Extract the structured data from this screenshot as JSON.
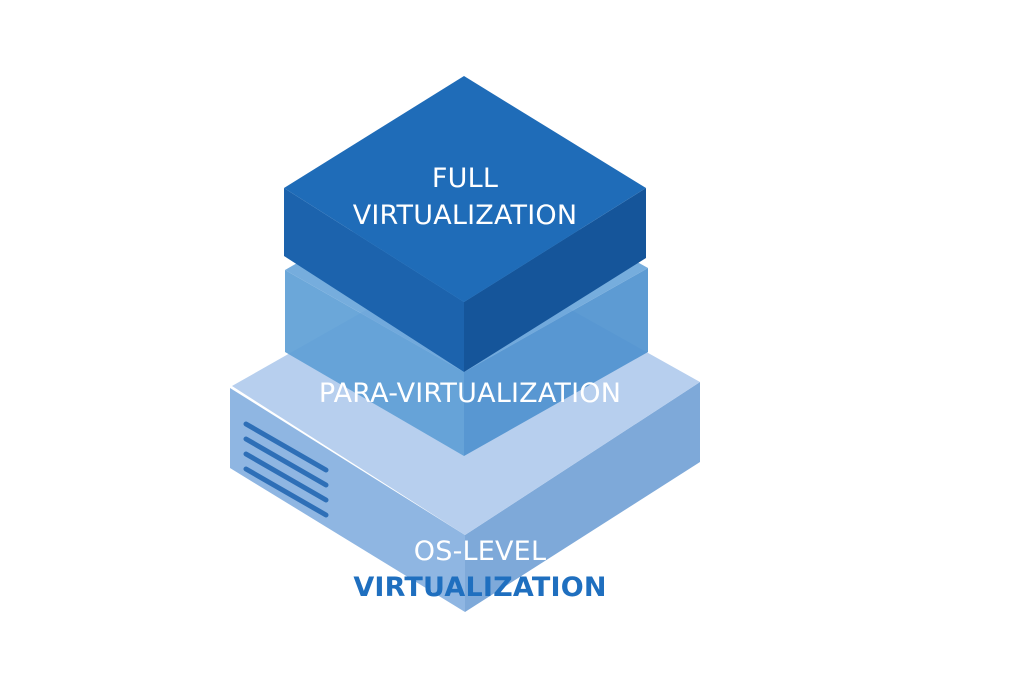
{
  "diagram": {
    "layers": [
      {
        "id": "full",
        "line1": "FULL",
        "line2": "VIRTUALIZATION"
      },
      {
        "id": "para",
        "line1": "PARA-VIRTUALIZATION"
      },
      {
        "id": "os",
        "line1": "OS-LEVEL",
        "line2": "VIRTUALIZATION"
      }
    ],
    "colors": {
      "full_top": "#1f6cb8",
      "full_side_left": "#1c63ad",
      "full_side_right": "#15559a",
      "para_top": "#6aa6da",
      "para_side_left": "#5e9fd6",
      "para_side_right": "#4f92cf",
      "os_top": "#b7cfee",
      "os_side_left": "#8fb6e2",
      "os_side_right": "#7ea9d9",
      "os_text_dark": "#1f6fbf"
    },
    "icons": [
      "server-vent-lines-icon"
    ]
  }
}
